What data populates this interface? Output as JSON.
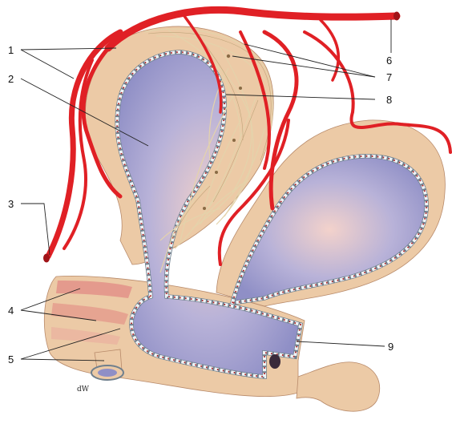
{
  "labels": [
    {
      "id": "1",
      "text": "1"
    },
    {
      "id": "2",
      "text": "2"
    },
    {
      "id": "3",
      "text": "3"
    },
    {
      "id": "4",
      "text": "4"
    },
    {
      "id": "5",
      "text": "5"
    },
    {
      "id": "6",
      "text": "6"
    },
    {
      "id": "7",
      "text": "7"
    },
    {
      "id": "8",
      "text": "8"
    },
    {
      "id": "9",
      "text": "9"
    }
  ],
  "signature": "dW",
  "colors": {
    "artery": "#e02025",
    "tissue": "#eccaa6",
    "lumen": "#8f8fc6",
    "nerve": "#e4d3ab",
    "epithelium": "#6f7f8d"
  }
}
